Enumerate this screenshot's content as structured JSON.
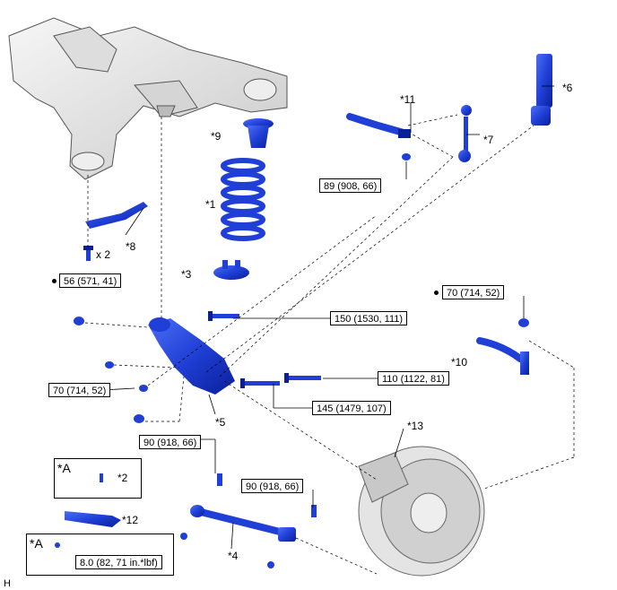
{
  "figure_id": "H",
  "labels": {
    "p1": "*1",
    "p2": "*2",
    "p3": "*3",
    "p4": "*4",
    "p5": "*5",
    "p6": "*6",
    "p7": "*7",
    "p8": "*8",
    "p9": "*9",
    "p10": "*10",
    "p11": "*11",
    "p12": "*12",
    "p13": "*13",
    "a1": "*A",
    "a2": "*A",
    "x2": "x 2"
  },
  "torques": {
    "t56": "56 (571, 41)",
    "t89": "89 (908, 66)",
    "t70_right": "70 (714, 52)",
    "t150": "150 (1530, 111)",
    "t110": "110 (1122, 81)",
    "t70_left": "70 (714, 52)",
    "t145": "145 (1479, 107)",
    "t90_a": "90 (918, 66)",
    "t90_b": "90 (918, 66)",
    "t8": "8.0 (82, 71 in.*lbf)"
  },
  "colors": {
    "part_blue": "#1f3fd6",
    "part_dark": "#0a1f9a",
    "line": "#000000",
    "frame_gray": "#e6e6e6"
  }
}
